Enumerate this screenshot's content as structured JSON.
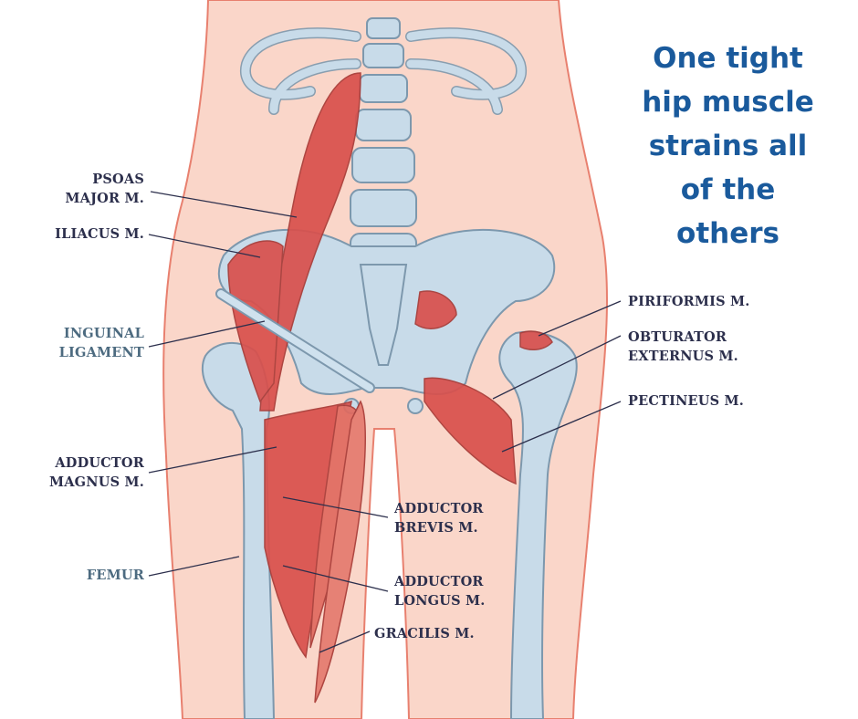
{
  "headline": {
    "lines": [
      "One tight",
      "hip muscle",
      "strains all",
      "of the",
      "others"
    ]
  },
  "labels": {
    "psoas": [
      "PSOAS",
      "MAJOR M."
    ],
    "iliacus": [
      "ILIACUS M."
    ],
    "inguinal": [
      "INGUINAL",
      "LIGAMENT"
    ],
    "adductor_magnus": [
      "ADDUCTOR",
      "MAGNUS M."
    ],
    "femur": [
      "FEMUR"
    ],
    "adductor_brevis": [
      "ADDUCTOR",
      "BREVIS M."
    ],
    "adductor_longus": [
      "ADDUCTOR",
      "LONGUS M."
    ],
    "gracilis": [
      "GRACILIS M."
    ],
    "piriformis": [
      "PIRIFORMIS M."
    ],
    "obturator": [
      "OBTURATOR",
      "EXTERNUS M."
    ],
    "pectineus": [
      "PECTINEUS M."
    ]
  },
  "colors": {
    "skin": "#fad6c9",
    "skin_outline": "#e8806f",
    "bone": "#c8dbe9",
    "bone_outline": "#7d98ad",
    "muscle": "#d9504c",
    "label": "#2c2f4c",
    "label_secondary": "#4d6b80",
    "headline": "#1a5a9c"
  }
}
